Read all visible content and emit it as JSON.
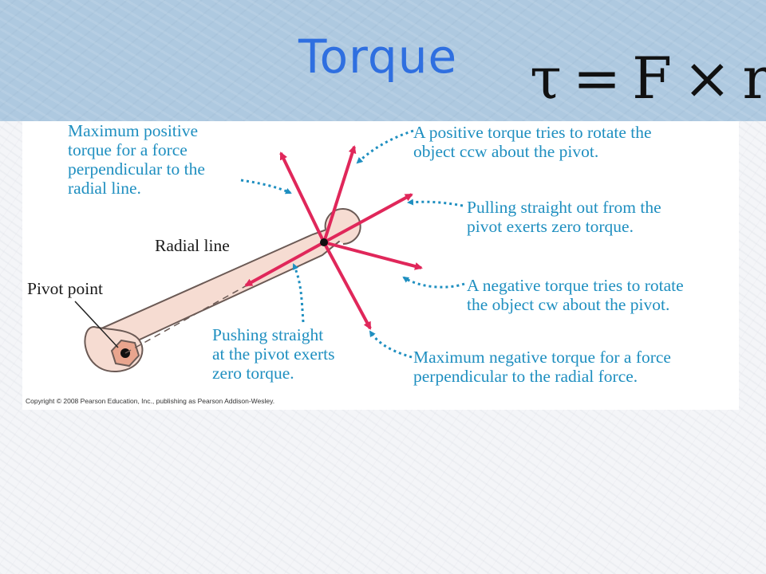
{
  "slide": {
    "title": "Torque",
    "equation": {
      "lhs": "τ",
      "eq": "=",
      "f": "F",
      "op": "×",
      "r": "r"
    }
  },
  "figure": {
    "labels": {
      "max_positive_lines": [
        "Maximum positive",
        "torque for a force",
        "perpendicular to the",
        "radial line."
      ],
      "positive_lines": [
        "A positive torque tries to rotate the",
        "object ccw about the pivot."
      ],
      "pulling_lines": [
        "Pulling straight out from the",
        "pivot exerts zero torque."
      ],
      "negative_lines": [
        "A negative torque tries to rotate",
        "the object cw about the pivot."
      ],
      "max_negative_lines": [
        "Maximum negative torque for a force",
        "perpendicular to the radial force."
      ],
      "pushing_lines": [
        "Pushing straight",
        "at the pivot exerts",
        "zero torque."
      ],
      "radial_line": "Radial line",
      "pivot_point": "Pivot point"
    },
    "copyright": "Copyright © 2008 Pearson Education, Inc., publishing as Pearson Addison-Wesley.",
    "colors": {
      "force_arrow": "#e0275a",
      "callout": "#1f8fc0",
      "wrench_fill": "#f6dcd2",
      "wrench_stroke": "#6b5a55",
      "nut_fill": "#e9a58e",
      "title": "#2f6fe0"
    }
  }
}
